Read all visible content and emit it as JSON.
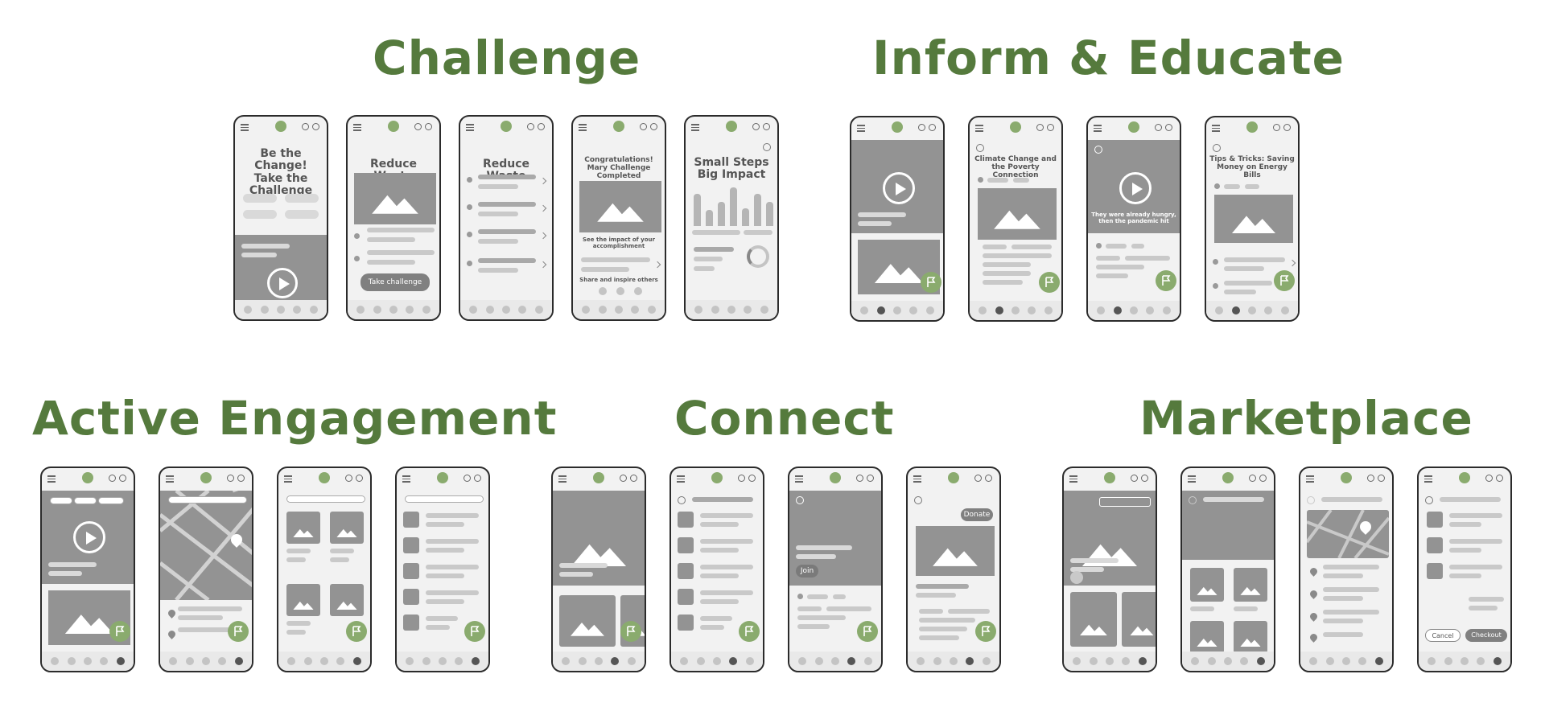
{
  "sections": {
    "challenge": "Challenge",
    "inform": "Inform & Educate",
    "active": "Active Engagement",
    "connect": "Connect",
    "marketplace": "Marketplace"
  },
  "texts": {
    "c1_title": "Be the Change! Take the Challenge",
    "c2_title": "Reduce Waste",
    "c2_button": "Take challenge",
    "c3_title": "Reduce Waste",
    "c4_title": "Congratulations! Mary Challenge Completed",
    "c4_impact": "See the impact of your accomplishment",
    "c4_share": "Share and inspire others",
    "c5_title": "Small Steps Big Impact",
    "i2_title": "Climate Change and the Poverty Connection",
    "i3_caption": "They were already hungry, then the pandemic hit",
    "i4_title": "Tips & Tricks: Saving Money on Energy Bills",
    "n3_join": "Join",
    "n4_donate": "Donate",
    "m4_cancel": "Cancel",
    "m4_checkout": "Checkout"
  },
  "colors": {
    "accent_green": "#557a3d",
    "brand_dot": "#8aab6e",
    "image_grey": "#939393"
  },
  "icons": [
    "menu-icon",
    "search-icon",
    "user-icon",
    "play-icon",
    "mountain-image-icon",
    "flag-icon",
    "map-pin-icon",
    "back-icon",
    "close-icon",
    "chevron-right-icon",
    "check-icon"
  ]
}
